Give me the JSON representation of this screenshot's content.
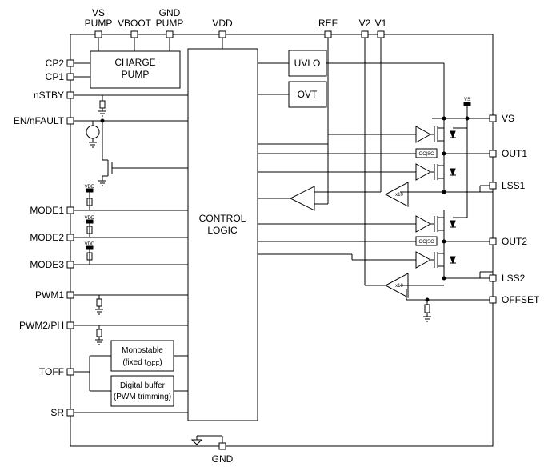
{
  "pins": {
    "top": {
      "vs_pump": [
        "VS",
        "PUMP"
      ],
      "vboot": "VBOOT",
      "gnd_pump": [
        "GND",
        "PUMP"
      ],
      "vdd": "VDD",
      "ref": "REF",
      "v2": "V2",
      "v1": "V1"
    },
    "left": {
      "cp2": "CP2",
      "cp1": "CP1",
      "nstby": "nSTBY",
      "en_nfault": "EN/nFAULT",
      "mode1": "MODE1",
      "mode2": "MODE2",
      "mode3": "MODE3",
      "pwm1": "PWM1",
      "pwm2_ph": "PWM2/PH",
      "toff": "TOFF",
      "sr": "SR"
    },
    "right": {
      "vs": "VS",
      "out1": "OUT1",
      "lss1": "LSS1",
      "out2": "OUT2",
      "lss2": "LSS2",
      "offset": "OFFSET"
    },
    "bottom": {
      "gnd": "GND"
    }
  },
  "blocks": {
    "charge_pump": [
      "CHARGE",
      "PUMP"
    ],
    "control_logic": [
      "CONTROL",
      "LOGIC"
    ],
    "uvlo": "UVLO",
    "ovt": "OVT",
    "monostable": {
      "line1": "Monostable",
      "line2_prefix": "(fixed t",
      "line2_sub": "OFF",
      "line2_suffix": ")"
    },
    "digital_buffer": [
      "Digital buffer",
      "(PWM trimming)"
    ]
  },
  "small_labels": {
    "vdd_pullup": "VDD",
    "vs_tap": "VS",
    "ocsc": "OC|SC",
    "amp_gain": "x10"
  },
  "colors": {
    "stroke": "#000000",
    "background": "#ffffff"
  }
}
